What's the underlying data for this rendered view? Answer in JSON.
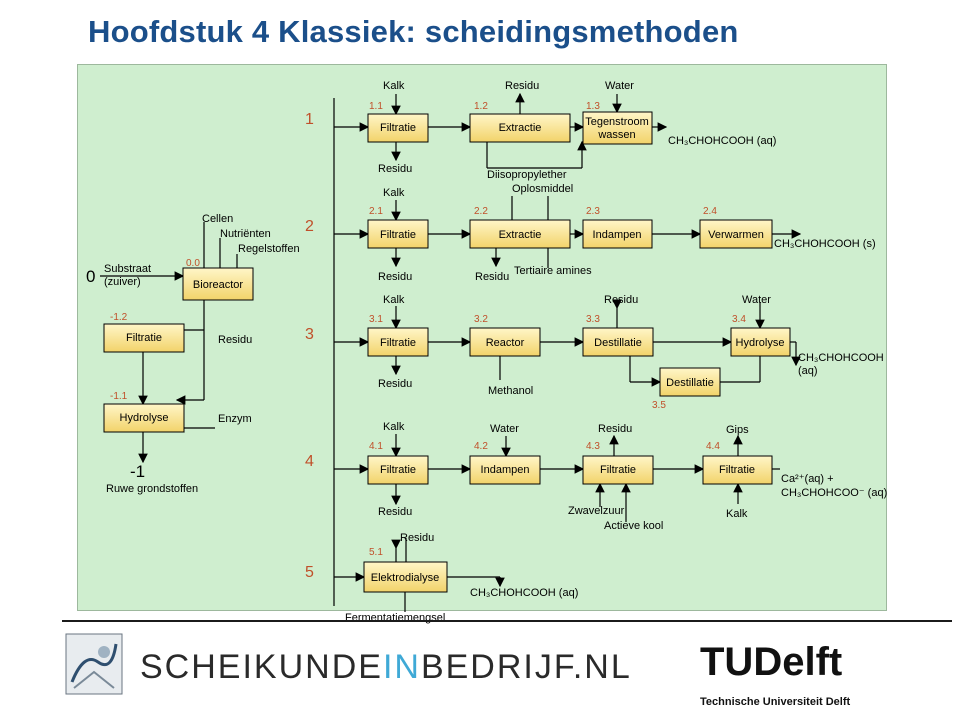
{
  "page_title": "Hoofdstuk 4 Klassiek: scheidingsmethoden",
  "rows": [
    "0",
    "-1",
    "1",
    "2",
    "3",
    "4",
    "5"
  ],
  "step_numbers": [
    "0.0",
    "-1.1",
    "-1.2",
    "1.1",
    "1.2",
    "1.3",
    "2.1",
    "2.2",
    "2.3",
    "2.4",
    "3.1",
    "3.2",
    "3.3",
    "3.4",
    "3.5",
    "4.1",
    "4.2",
    "4.3",
    "4.4",
    "5.1"
  ],
  "boxes": {
    "bioreactor": "Bioreactor",
    "filtratie_m12": "Filtratie",
    "hydrolyse_m11": "Hydrolyse",
    "filtratie_11": "Filtratie",
    "extractie_12": "Extractie",
    "tegenstroom_13_l1": "Tegenstroom",
    "tegenstroom_13_l2": "wassen",
    "filtratie_21": "Filtratie",
    "extractie_22": "Extractie",
    "indampen_23": "Indampen",
    "verwarmen_24": "Verwarmen",
    "filtratie_31": "Filtratie",
    "reactor_32": "Reactor",
    "destillatie_33": "Destillatie",
    "hydrolyse_34": "Hydrolyse",
    "destillatie_35": "Destillatie",
    "filtratie_41": "Filtratie",
    "indampen_42": "Indampen",
    "filtratie_43": "Filtratie",
    "filtratie_44": "Filtratie",
    "elektrodialyse_51": "Elektrodialyse"
  },
  "labels": {
    "substraat_l1": "Substraat",
    "substraat_l2": "(zuiver)",
    "cellen": "Cellen",
    "nutrienten": "Nutriënten",
    "regelstoffen": "Regelstoffen",
    "residu_0": "Residu",
    "enzym": "Enzym",
    "ruwe_grondstoffen": "Ruwe grondstoffen",
    "kalk_1": "Kalk",
    "residu_1a": "Residu",
    "water_1": "Water",
    "residu_1b": "Residu",
    "diisopropylether": "Diisopropylether",
    "product_1": "CH₃CHOHCOOH (aq)",
    "kalk_2": "Kalk",
    "oplosmiddel": "Oplosmiddel",
    "residu_2a": "Residu",
    "residu_2b": "Residu",
    "tertiaire_amines": "Tertiaire amines",
    "product_2": "CH₃CHOHCOOH (s)",
    "kalk_3": "Kalk",
    "residu_3a": "Residu",
    "residu_3b": "Residu",
    "water_3": "Water",
    "methanol": "Methanol",
    "product_3_l1": "CH₃CHOHCOOH",
    "product_3_l2": "(aq)",
    "kalk_4": "Kalk",
    "water_4": "Water",
    "residu_4a": "Residu",
    "gips": "Gips",
    "residu_4b": "Residu",
    "zwavelzuur": "Zwavelzuur",
    "actieve_kool": "Actieve kool",
    "kalk_4b": "Kalk",
    "product_4_l1": "Ca²⁺(aq)  +",
    "product_4_l2": "CH₃CHOHCOO⁻ (aq)",
    "residu_5a": "Residu",
    "product_5": "CH₃CHOHCOOH (aq)",
    "fermentatiemengsel": "Fermentatiemengsel"
  },
  "footer": {
    "logo_left_a": "SCHEIKUNDE",
    "logo_left_b": "IN",
    "logo_left_c": "BEDRIJF.NL",
    "logo_right": "TUDelft",
    "university": "Technische Universiteit Delft"
  },
  "colors": {
    "title": "#1b4f8a",
    "panel": "#cfeecf",
    "step_number": "#c0502a",
    "box_fill": "#f7e08a"
  }
}
